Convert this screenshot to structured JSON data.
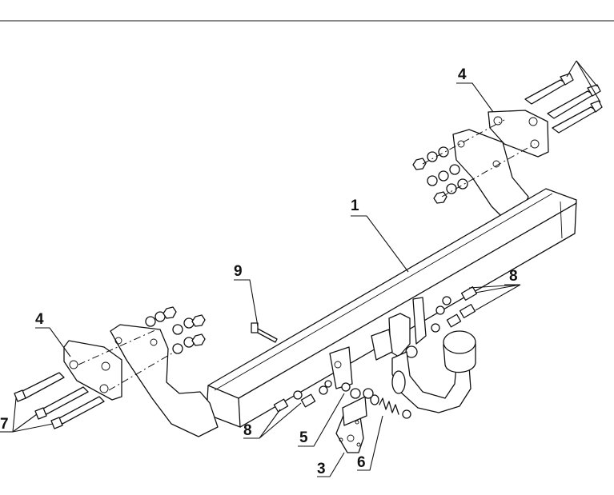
{
  "diagram": {
    "callouts": [
      {
        "id": "c1",
        "label": "1"
      },
      {
        "id": "c3",
        "label": "3"
      },
      {
        "id": "c4a",
        "label": "4"
      },
      {
        "id": "c4b",
        "label": "4"
      },
      {
        "id": "c5",
        "label": "5"
      },
      {
        "id": "c6",
        "label": "6"
      },
      {
        "id": "c7",
        "label": "7"
      },
      {
        "id": "c8a",
        "label": "8"
      },
      {
        "id": "c8b",
        "label": "8"
      },
      {
        "id": "c9",
        "label": "9"
      }
    ]
  }
}
